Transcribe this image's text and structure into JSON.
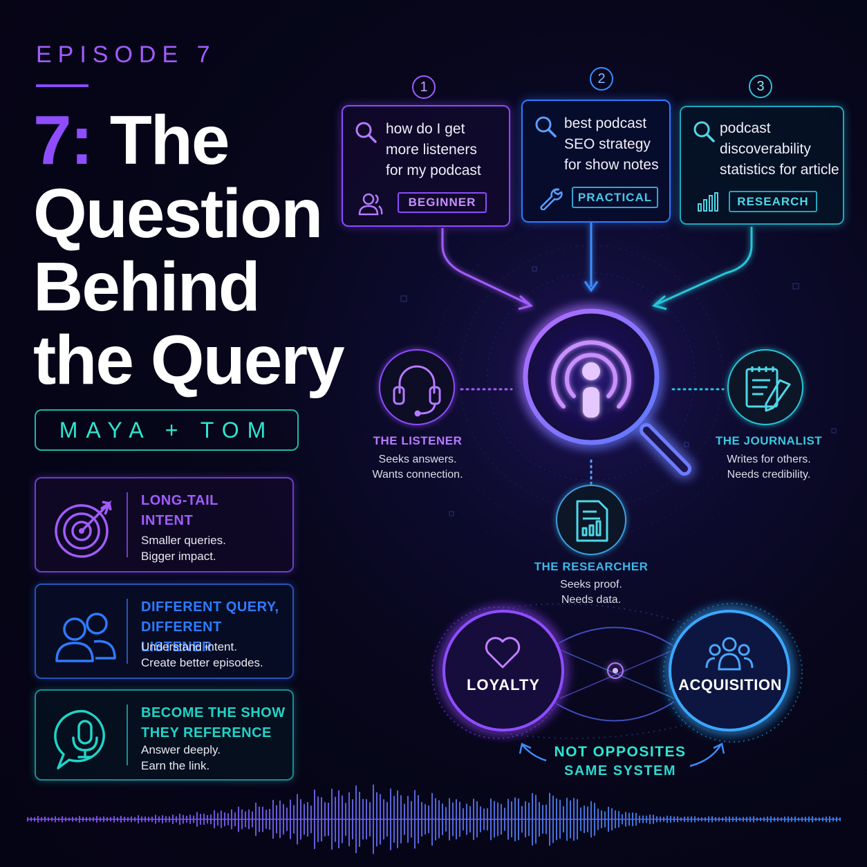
{
  "episode_label": "EPISODE 7",
  "title": {
    "number": "7:",
    "text": "The\nQuestion\nBehind\nthe Query"
  },
  "hosts": "MAYA + TOM",
  "cards": [
    {
      "heading": "LONG-TAIL\nINTENT",
      "text": "Smaller queries.\nBigger impact.",
      "icon": "target-icon",
      "color": "#a35cff"
    },
    {
      "heading": "DIFFERENT QUERY,\nDIFFERENT LISTENER",
      "text": "Understand intent.\nCreate better episodes.",
      "icon": "users-icon",
      "color": "#2f7bff"
    },
    {
      "heading": "BECOME THE SHOW\nTHEY REFERENCE",
      "text": "Answer deeply.\nEarn the link.",
      "icon": "microphone-chat-icon",
      "color": "#20d4c8"
    }
  ],
  "queries": [
    {
      "number": "1",
      "text": "how do I get\nmore listeners\nfor my podcast",
      "badge": "BEGINNER",
      "icon": "user-icon",
      "color": "#a35cff"
    },
    {
      "number": "2",
      "text": "best podcast\nSEO strategy\nfor show notes",
      "badge": "PRACTICAL",
      "icon": "wrench-icon",
      "color": "#3a8dff"
    },
    {
      "number": "3",
      "text": "podcast\ndiscoverability\nstatistics for article",
      "badge": "RESEARCH",
      "icon": "bar-chart-icon",
      "color": "#26c6da"
    }
  ],
  "personas": [
    {
      "name": "THE LISTENER",
      "desc": "Seeks answers.\nWants connection.",
      "icon": "headphones-icon"
    },
    {
      "name": "THE RESEARCHER",
      "desc": "Seeks proof.\nNeeds data.",
      "icon": "report-icon"
    },
    {
      "name": "THE JOURNALIST",
      "desc": "Writes for others.\nNeeds credibility.",
      "icon": "notepad-pencil-icon"
    }
  ],
  "cycle": {
    "left": "LOYALTY",
    "right": "ACQUISITION",
    "line1": "NOT OPPOSITES",
    "line2": "SAME SYSTEM"
  },
  "center_icon": "podcast-search-icon",
  "colors": {
    "purple": "#a35cff",
    "blue": "#3a8dff",
    "teal": "#26c6da",
    "background": "#07061a"
  }
}
